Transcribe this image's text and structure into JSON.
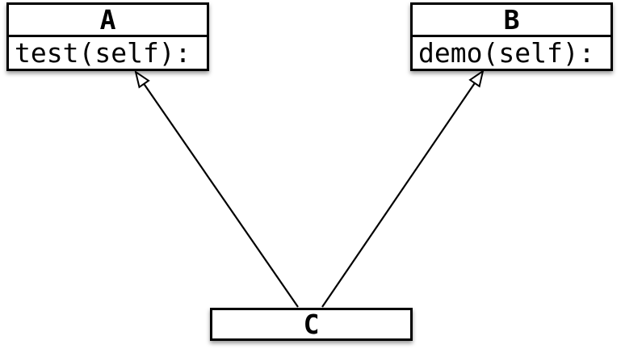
{
  "diagram": {
    "background_color": "#ffffff",
    "box_fill_color": "#ffffff",
    "line_color": "#000000",
    "classes": {
      "a": {
        "title": "A",
        "member": "test(self):"
      },
      "b": {
        "title": "B",
        "member": "demo(self):"
      },
      "c": {
        "title": "C"
      }
    },
    "relationships": [
      {
        "from": "C",
        "to": "A",
        "type": "inheritance"
      },
      {
        "from": "C",
        "to": "B",
        "type": "inheritance"
      }
    ]
  }
}
